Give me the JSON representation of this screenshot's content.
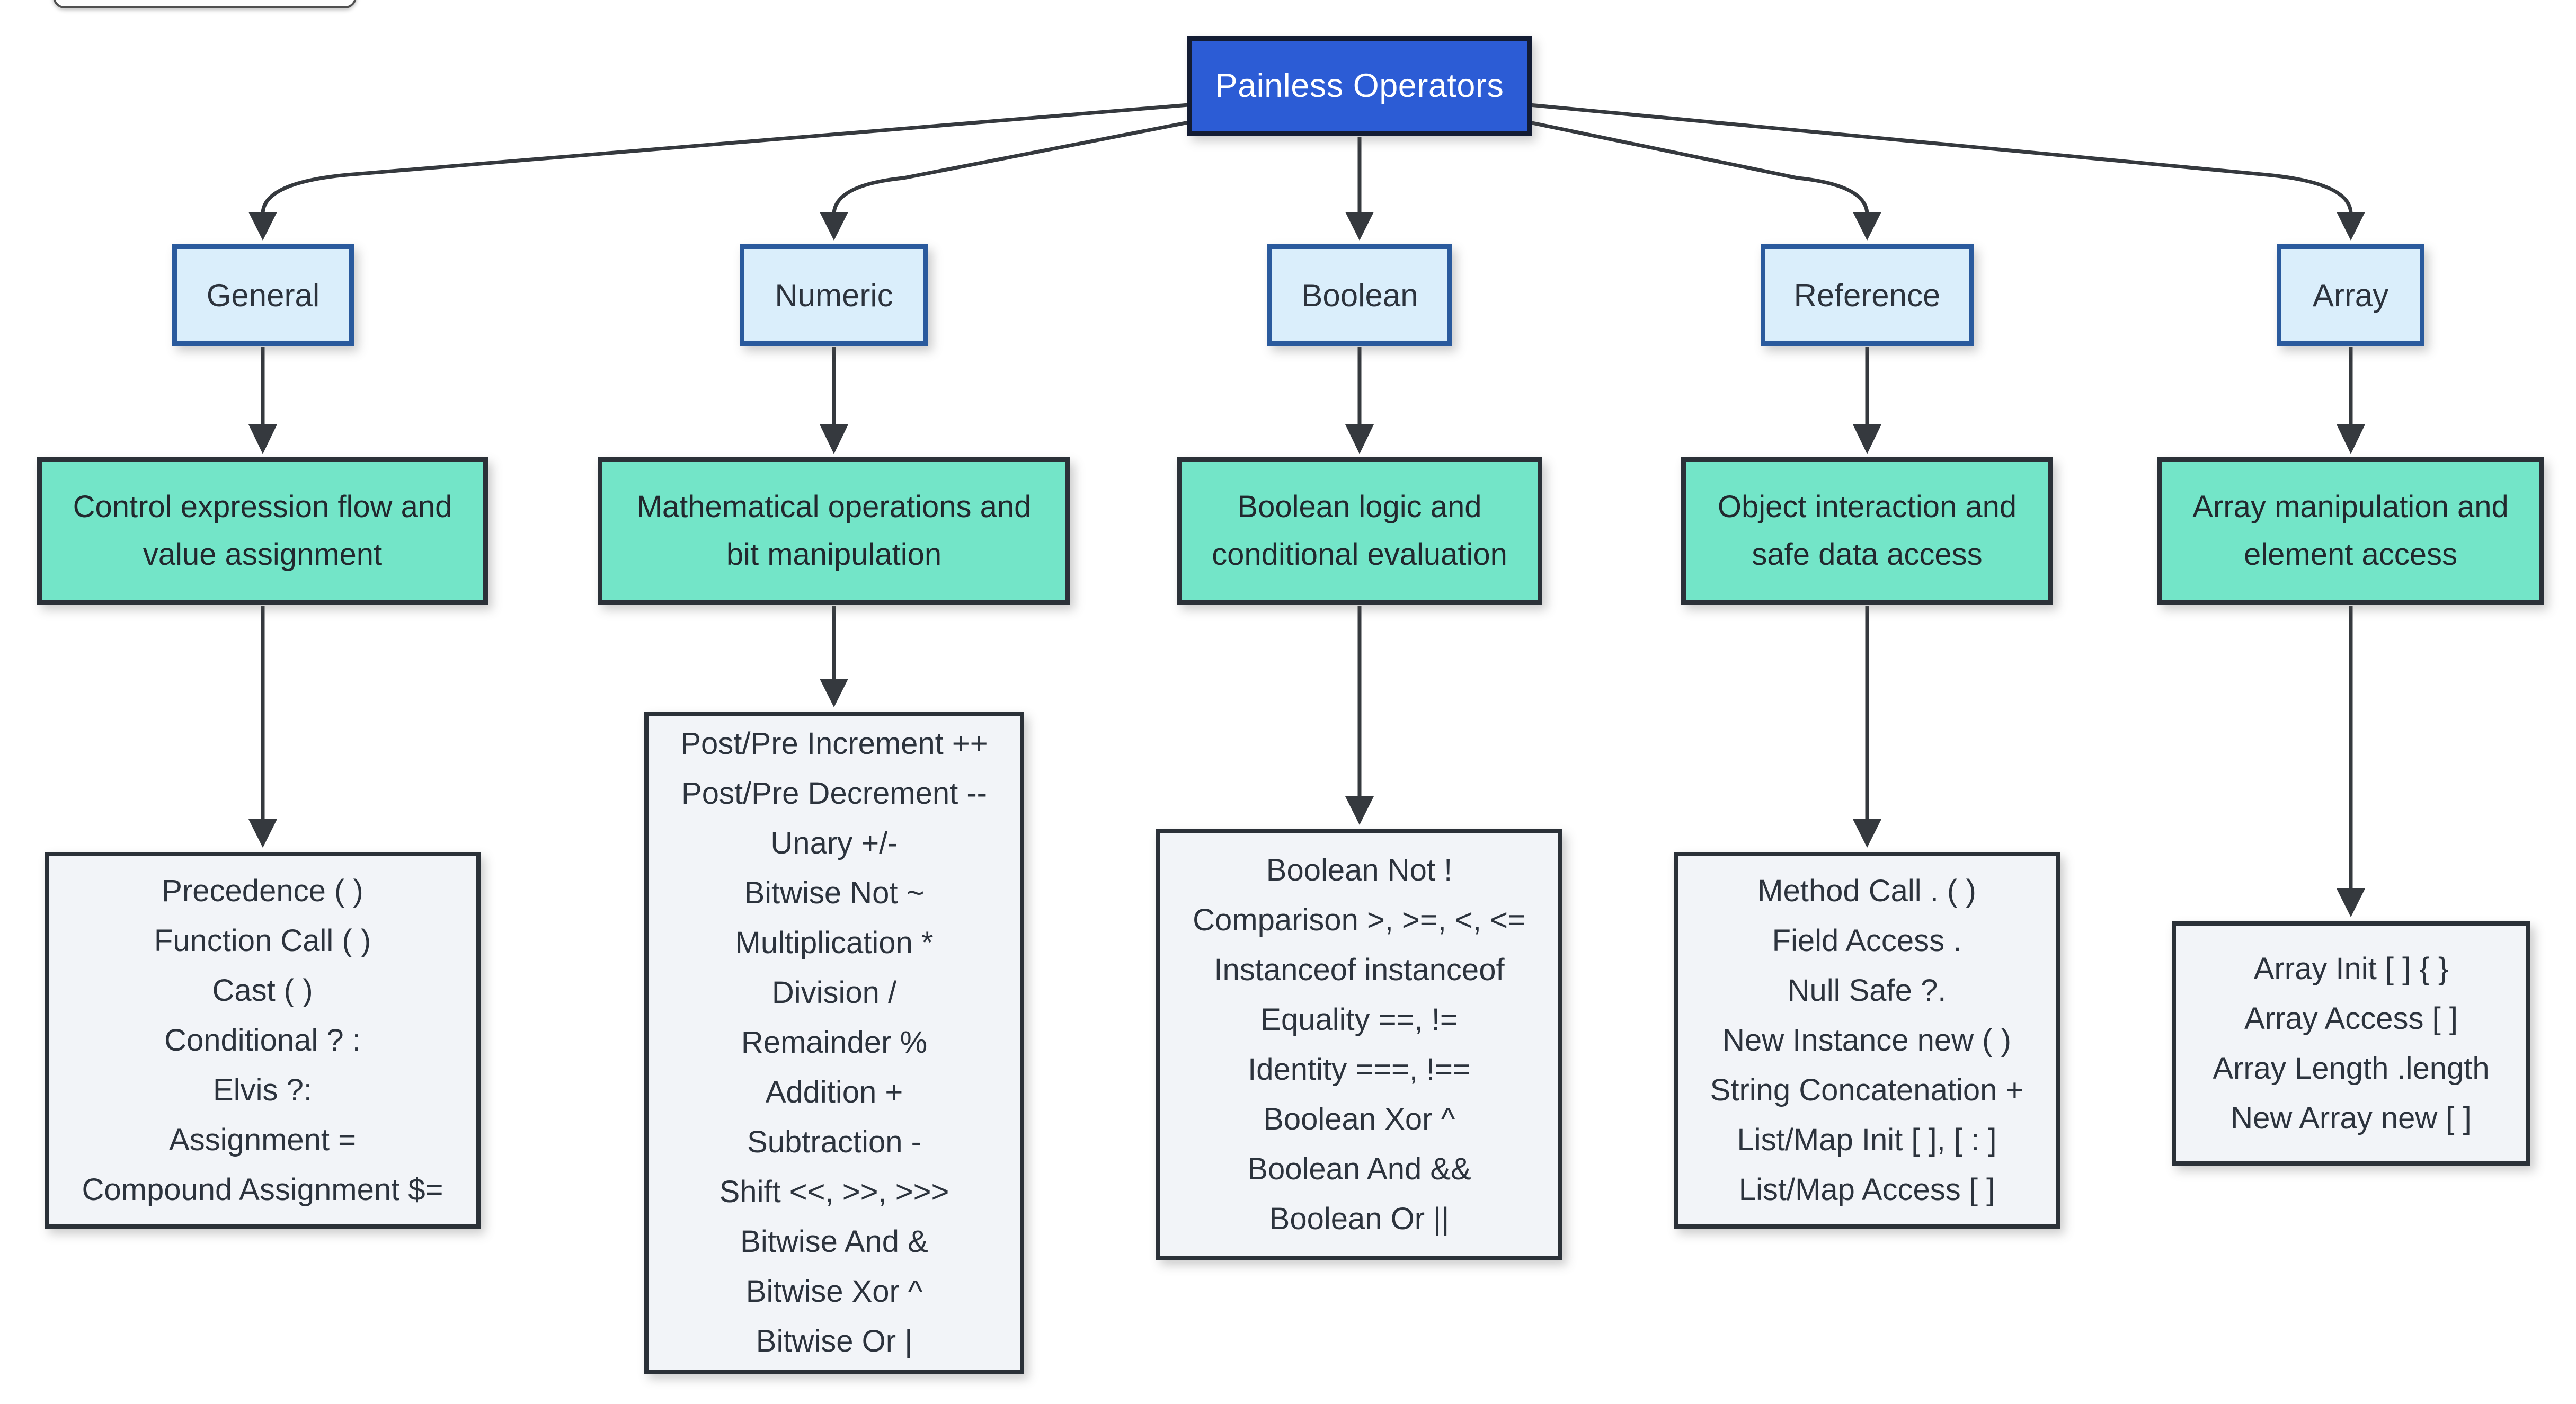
{
  "diagram": {
    "root": {
      "label": "Painless Operators"
    },
    "columns": [
      {
        "category": "General",
        "summary_lines": [
          "Control expression flow and",
          "value assignment"
        ],
        "operators": [
          "Precedence ( )",
          "Function Call ( )",
          "Cast ( )",
          "Conditional ? :",
          "Elvis ?:",
          "Assignment =",
          "Compound Assignment $="
        ]
      },
      {
        "category": "Numeric",
        "summary_lines": [
          "Mathematical operations and",
          "bit manipulation"
        ],
        "operators": [
          "Post/Pre Increment ++",
          "Post/Pre Decrement --",
          "Unary +/-",
          "Bitwise Not ~",
          "Multiplication *",
          "Division /",
          "Remainder %",
          "Addition +",
          "Subtraction -",
          "Shift <<, >>, >>>",
          "Bitwise And &",
          "Bitwise Xor ^",
          "Bitwise Or |"
        ]
      },
      {
        "category": "Boolean",
        "summary_lines": [
          "Boolean logic and",
          "conditional evaluation"
        ],
        "operators": [
          "Boolean Not !",
          "Comparison >, >=, <, <=",
          "Instanceof instanceof",
          "Equality ==, !=",
          "Identity ===, !==",
          "Boolean Xor ^",
          "Boolean And &&",
          "Boolean Or ||"
        ]
      },
      {
        "category": "Reference",
        "summary_lines": [
          "Object interaction and",
          "safe data access"
        ],
        "operators": [
          "Method Call . ( )",
          "Field Access .",
          "Null Safe ?.",
          "New Instance new ( )",
          "String Concatenation +",
          "List/Map Init [ ], [ : ]",
          "List/Map Access [ ]"
        ]
      },
      {
        "category": "Array",
        "summary_lines": [
          "Array manipulation and",
          "element access"
        ],
        "operators": [
          "Array Init [ ] { }",
          "Array Access [ ]",
          "Array Length .length",
          "New Array new [ ]"
        ]
      }
    ],
    "colors": {
      "root_fill": "#2c5cd5",
      "root_border": "#131c33",
      "root_text": "#ffffff",
      "category_fill": "#daeefb",
      "category_border": "#2a5a9d",
      "summary_fill": "#73e5c8",
      "summary_border": "#2b3138",
      "detail_fill": "#f2f4f8",
      "detail_border": "#2b3138",
      "node_text": "#2c333d",
      "edge_stroke": "#35393e"
    }
  }
}
